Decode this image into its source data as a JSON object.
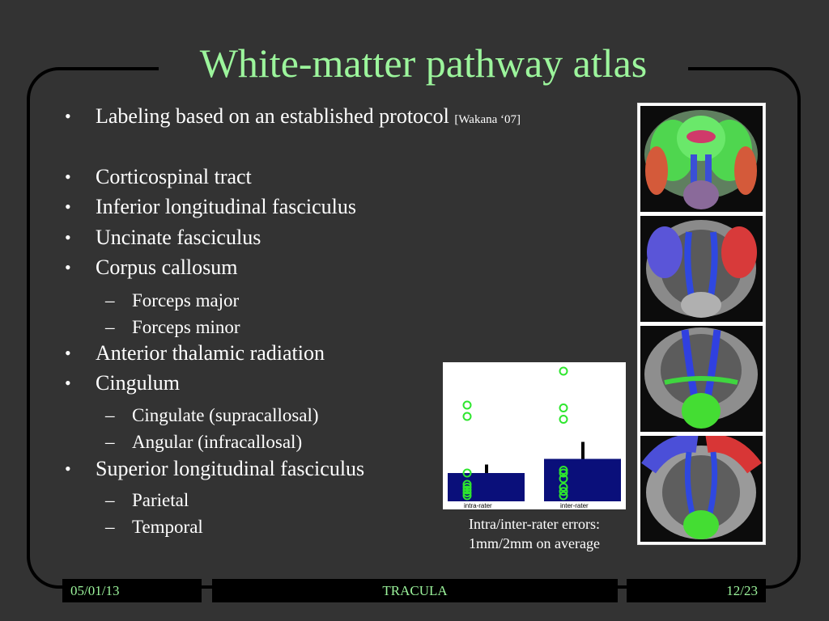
{
  "slide": {
    "title": "White-matter pathway atlas",
    "bullets": [
      {
        "text": "Labeling based on an established protocol",
        "citation": "[Wakana ‘07]"
      },
      {
        "text": "Corticospinal tract"
      },
      {
        "text": "Inferior longitudinal fasciculus"
      },
      {
        "text": "Uncinate fasciculus"
      },
      {
        "text": "Corpus callosum",
        "sub": [
          "Forceps major",
          "Forceps minor"
        ]
      },
      {
        "text": "Anterior thalamic radiation"
      },
      {
        "text": "Cingulum",
        "sub": [
          "Cingulate (supracallosal)",
          "Angular (infracallosal)"
        ]
      },
      {
        "text": "Superior longitudinal fasciculus",
        "sub": [
          "Parietal",
          "Temporal"
        ]
      }
    ],
    "bullet_glyph": "•",
    "sub_glyph": "–",
    "caption_line1": "Intra/inter-rater errors:",
    "caption_line2": "1mm/2mm on average"
  },
  "chart_data": {
    "type": "bar",
    "categories": [
      "intra-rater",
      "inter-rater"
    ],
    "values": [
      1,
      1.5
    ],
    "error_bar_tops": [
      1.3,
      2.1
    ],
    "points": [
      [
        0.2,
        0.3,
        0.4,
        0.5,
        0.6,
        1.0,
        3.0,
        3.4
      ],
      [
        0.2,
        0.35,
        0.5,
        0.8,
        1.0,
        1.1,
        2.9,
        3.3,
        4.6
      ]
    ],
    "ylim": [
      0,
      4.8
    ],
    "bar_color": "#0a0f7a",
    "point_color": "#2ee62e"
  },
  "footer": {
    "date": "05/01/13",
    "title": "TRACULA",
    "page": "12/23"
  },
  "colors": {
    "background": "#333333",
    "title": "#9cf59c",
    "text": "#ffffff"
  }
}
